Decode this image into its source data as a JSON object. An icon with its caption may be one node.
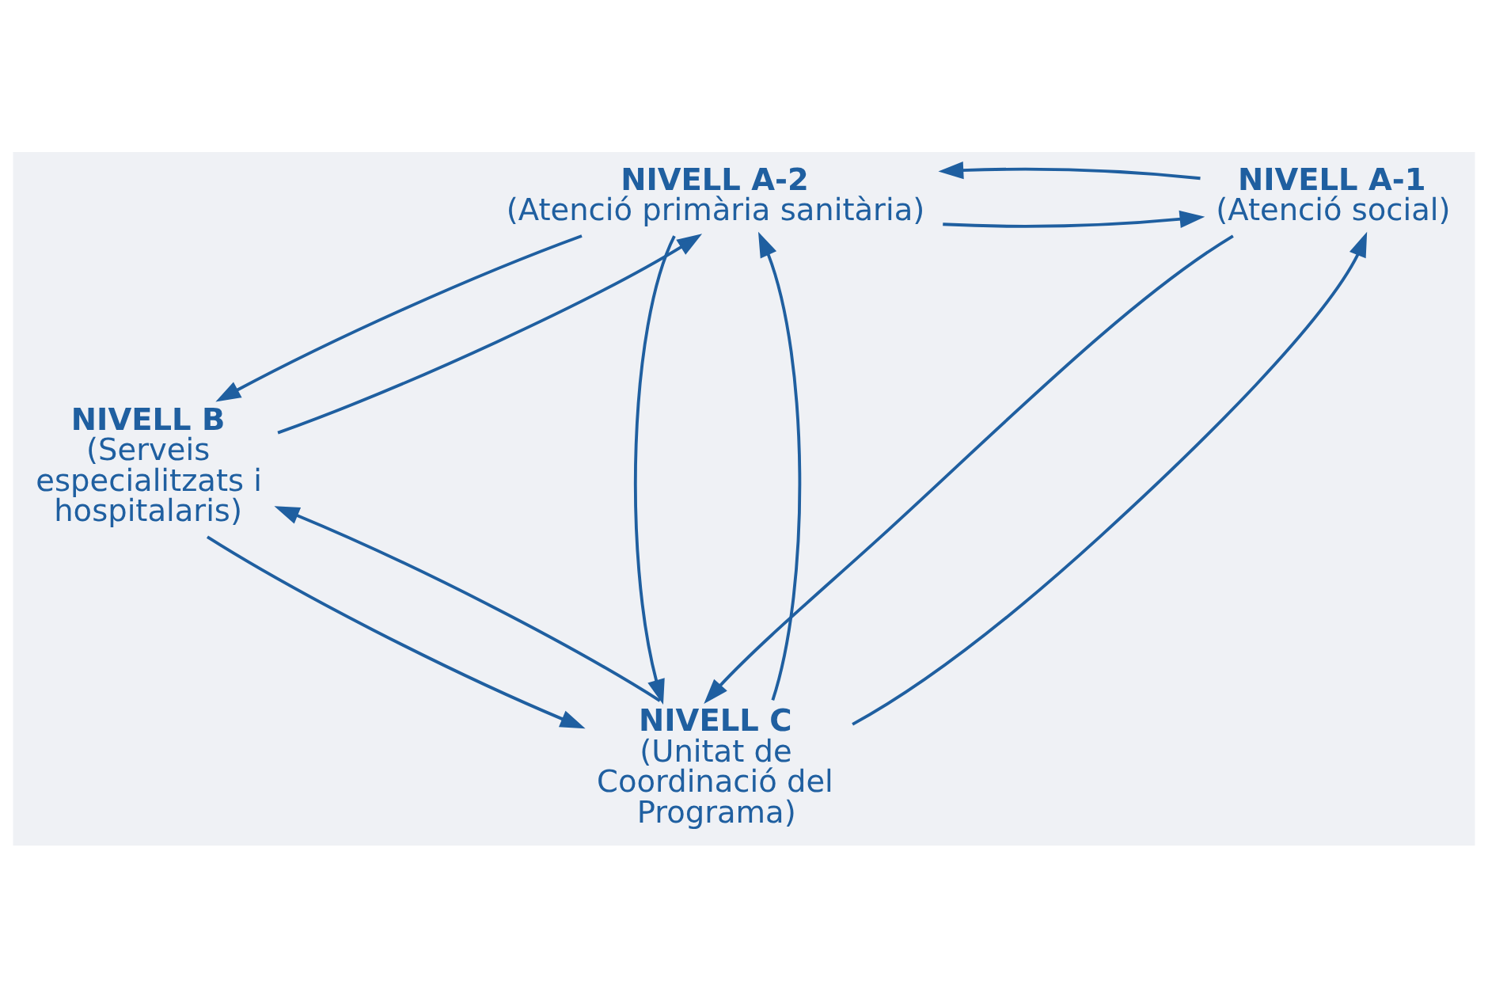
{
  "diagram": {
    "nodes": [
      {
        "text": [
          "NIVELL A-2",
          "(Atenció primària sanitària)"
        ]
      },
      {
        "text": [
          "NIVELL A-1",
          "(Atenció social)"
        ]
      },
      {
        "text": [
          "NIVELL B",
          "(Serveis especialitzats i hospitalaris)"
        ]
      },
      {
        "text": [
          "NIVELL C",
          "(Unitat de Coordinació del Programa)"
        ]
      }
    ],
    "edges": [
      {
        "from": 0,
        "to": 1,
        "arrow": "to"
      },
      {
        "from": 1,
        "to": 0,
        "arrow": "to"
      },
      {
        "from": 2,
        "to": 0,
        "arrow": "to"
      },
      {
        "from": 0,
        "to": 2,
        "arrow": "to"
      },
      {
        "from": 3,
        "to": 0,
        "arrow": "to"
      },
      {
        "from": 0,
        "to": 3,
        "arrow": "to"
      },
      {
        "from": 3,
        "to": 1,
        "arrow": "to"
      },
      {
        "from": 1,
        "to": 3,
        "arrow": "to"
      },
      {
        "from": 2,
        "to": 3,
        "arrow": "to"
      },
      {
        "from": 3,
        "to": 2,
        "arrow": "to"
      }
    ]
  }
}
